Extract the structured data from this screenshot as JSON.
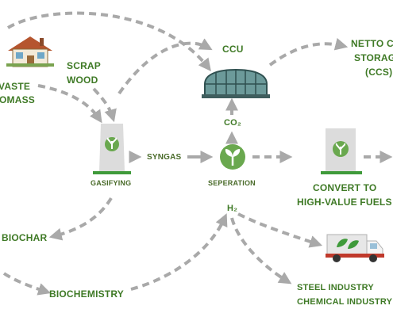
{
  "colors": {
    "label_green": "#3f7a26",
    "arrow_grey": "#a9a9a9",
    "tower_grey": "#dcdcdc",
    "accent_green": "#6aa84f",
    "greenhouse_teal": "#5f8f8f"
  },
  "nodes": {
    "ccu": "CCU",
    "netto_storage_line1": "NETTO C",
    "netto_storage_line2": "STORAG",
    "netto_storage_line3": "(CCS)",
    "scrap_wood_line1": "SCRAP",
    "scrap_wood_line2": "WOOD",
    "waste_biomass_line1": "VASTE",
    "waste_biomass_line2": "OMASS",
    "syngas": "SYNGAS",
    "gasifying": "GASIFYING",
    "co2": "CO₂",
    "separation": "SEPERATION",
    "h2": "H₂",
    "convert_line1": "CONVERT TO",
    "convert_line2": "HIGH-VALUE FUELS",
    "biochar": "BIOCHAR",
    "biochemistry": "BIOCHEMISTRY",
    "steel_line1": "STEEL INDUSTRY",
    "steel_line2": "CHEMICAL INDUSTRY"
  },
  "icons": [
    "house-icon",
    "greenhouse-icon",
    "gasifier-tower-icon",
    "separation-leaf-icon",
    "fuel-tower-icon",
    "delivery-truck-icon"
  ]
}
